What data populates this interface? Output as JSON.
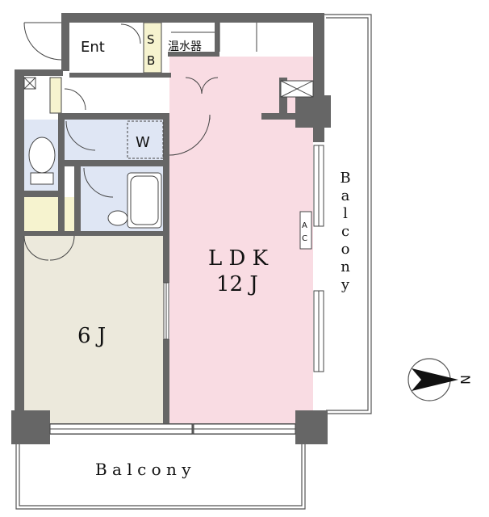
{
  "rooms": {
    "entrance": "Ent",
    "shoe_box_s": "S",
    "shoe_box_b": "B",
    "water_heater": "温水器",
    "washer": "W",
    "ldk_name": "L D K",
    "ldk_size": "12 J",
    "bedroom_size": "6 J",
    "ac_a": "A",
    "ac_c": "C"
  },
  "balconies": {
    "east_label": "Balcony",
    "south_label": "B a l c o n y"
  },
  "compass": {
    "north_label": "N"
  },
  "colors": {
    "wall": "#666666",
    "ldk_floor": "#f9dce3",
    "bedroom_floor": "#ece9dc",
    "wet_area_floor": "#dfe6f4",
    "storage_yellow": "#f6f3cf"
  }
}
